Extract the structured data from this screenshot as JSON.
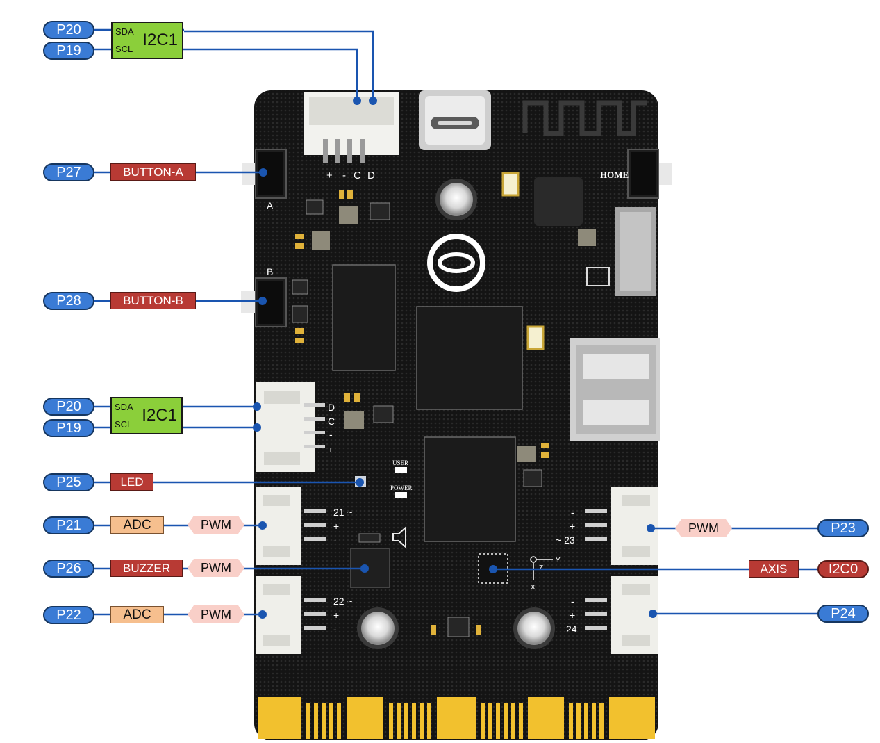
{
  "pins": {
    "p20_top": "P20",
    "p19_top": "P19",
    "p27": "P27",
    "p28": "P28",
    "p20_mid": "P20",
    "p19_mid": "P19",
    "p25": "P25",
    "p21": "P21",
    "p26": "P26",
    "p22": "P22",
    "p23": "P23",
    "p24": "P24"
  },
  "labels": {
    "i2c1": "I2C1",
    "sda": "SDA",
    "scl": "SCL",
    "button_a": "BUTTON-A",
    "button_b": "BUTTON-B",
    "led": "LED",
    "adc": "ADC",
    "pwm": "PWM",
    "buzzer": "BUZZER",
    "axis": "AXIS",
    "i2c0": "I2C0"
  },
  "board": {
    "btn_a": "A",
    "btn_b": "B",
    "home": "HOME",
    "user": "USER",
    "power": "POWER",
    "top_plus": "+",
    "top_minus": "-",
    "top_c": "C",
    "top_d": "D",
    "mid_d": "D",
    "mid_c": "C",
    "mid_minus": "-",
    "mid_plus": "+",
    "p21_a": "21 ~",
    "p21_b": "+",
    "p21_c": "-",
    "p22_a": "22 ~",
    "p22_b": "+",
    "p22_c": "-",
    "p23_a": "-",
    "p23_b": "+",
    "p23_c": "~ 23",
    "p24_a": "-",
    "p24_b": "+",
    "p24_c": "24",
    "axis_y": "Y",
    "axis_z": "Z",
    "axis_x": "X"
  },
  "colors": {
    "pin": "#3a7bd5",
    "wire": "#1a55b0",
    "board": "#141414",
    "i2c": "#8bcf3a",
    "red_label": "#b83a34",
    "adc": "#f6bf8e",
    "pwm": "#f9cfc8",
    "gold": "#f2c12e"
  }
}
